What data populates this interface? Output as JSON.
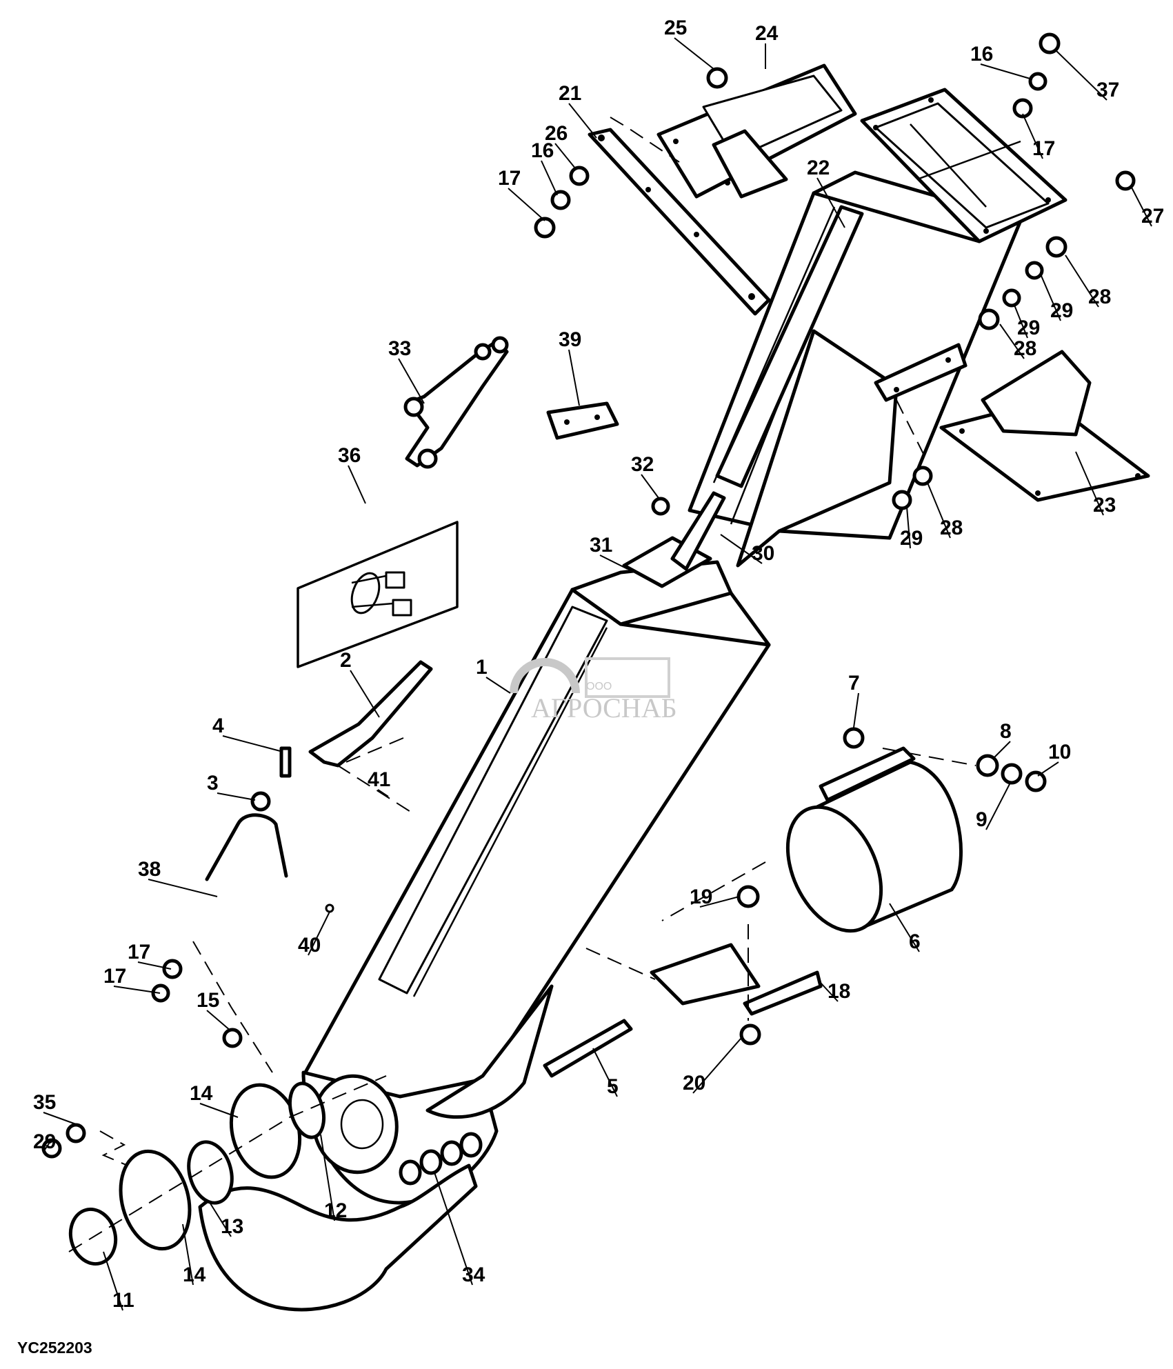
{
  "diagram": {
    "type": "exploded-parts-view",
    "figure_code": "YC252203",
    "watermark": {
      "prefix": "ООО",
      "name": "АГРОСНАБ"
    },
    "callouts": [
      {
        "id": "c1",
        "label": "1"
      },
      {
        "id": "c2",
        "label": "2"
      },
      {
        "id": "c3",
        "label": "3"
      },
      {
        "id": "c4",
        "label": "4"
      },
      {
        "id": "c5",
        "label": "5"
      },
      {
        "id": "c6",
        "label": "6"
      },
      {
        "id": "c7",
        "label": "7"
      },
      {
        "id": "c8",
        "label": "8"
      },
      {
        "id": "c9",
        "label": "9"
      },
      {
        "id": "c10",
        "label": "10"
      },
      {
        "id": "c11",
        "label": "11"
      },
      {
        "id": "c12",
        "label": "12"
      },
      {
        "id": "c13",
        "label": "13"
      },
      {
        "id": "c14a",
        "label": "14"
      },
      {
        "id": "c14b",
        "label": "14"
      },
      {
        "id": "c15",
        "label": "15"
      },
      {
        "id": "c16a",
        "label": "16"
      },
      {
        "id": "c16b",
        "label": "16"
      },
      {
        "id": "c17a",
        "label": "17"
      },
      {
        "id": "c17b",
        "label": "17"
      },
      {
        "id": "c17c",
        "label": "17"
      },
      {
        "id": "c17d",
        "label": "17"
      },
      {
        "id": "c18",
        "label": "18"
      },
      {
        "id": "c19",
        "label": "19"
      },
      {
        "id": "c20",
        "label": "20"
      },
      {
        "id": "c21",
        "label": "21"
      },
      {
        "id": "c22",
        "label": "22"
      },
      {
        "id": "c23",
        "label": "23"
      },
      {
        "id": "c24",
        "label": "24"
      },
      {
        "id": "c25",
        "label": "25"
      },
      {
        "id": "c26",
        "label": "26"
      },
      {
        "id": "c27",
        "label": "27"
      },
      {
        "id": "c28a",
        "label": "28"
      },
      {
        "id": "c28b",
        "label": "28"
      },
      {
        "id": "c28c",
        "label": "28"
      },
      {
        "id": "c29a",
        "label": "29"
      },
      {
        "id": "c29b",
        "label": "29"
      },
      {
        "id": "c29c",
        "label": "29"
      },
      {
        "id": "c29d",
        "label": "29"
      },
      {
        "id": "c30",
        "label": "30"
      },
      {
        "id": "c31",
        "label": "31"
      },
      {
        "id": "c32",
        "label": "32"
      },
      {
        "id": "c33",
        "label": "33"
      },
      {
        "id": "c34",
        "label": "34"
      },
      {
        "id": "c35",
        "label": "35"
      },
      {
        "id": "c36",
        "label": "36"
      },
      {
        "id": "c37",
        "label": "37"
      },
      {
        "id": "c38",
        "label": "38"
      },
      {
        "id": "c39",
        "label": "39"
      },
      {
        "id": "c40",
        "label": "40"
      },
      {
        "id": "c41",
        "label": "41"
      }
    ]
  }
}
